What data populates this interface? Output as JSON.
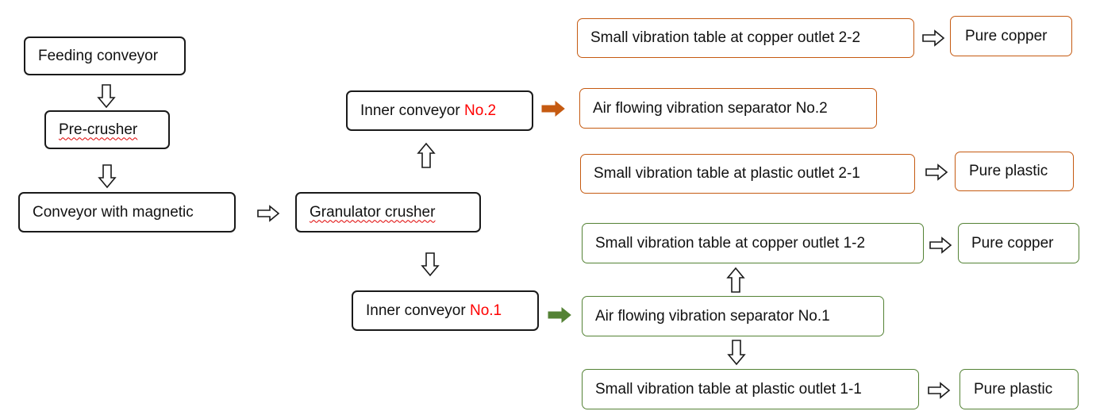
{
  "boxes": {
    "feeding_conveyor": "Feeding conveyor",
    "pre_crusher": "Pre-crusher",
    "conveyor_magnetic": "Conveyor with magnetic",
    "granulator_crusher": "Granulator crusher",
    "inner_conveyor_2": {
      "label": "Inner conveyor ",
      "number": "No.2"
    },
    "inner_conveyor_1": {
      "label": "Inner conveyor ",
      "number": "No.1"
    },
    "copper_outlet_2_2": "Small vibration table at copper outlet 2-2",
    "pure_copper_2": "Pure copper",
    "separator_2": "Air flowing vibration separator No.2",
    "plastic_outlet_2_1": "Small vibration table at plastic outlet 2-1",
    "pure_plastic_2": "Pure plastic",
    "copper_outlet_1_2": "Small vibration table at copper outlet 1-2",
    "pure_copper_1": "Pure copper",
    "separator_1": "Air flowing vibration separator No.1",
    "plastic_outlet_1_1": "Small vibration table at plastic outlet 1-1",
    "pure_plastic_1": "Pure plastic"
  },
  "colors": {
    "line2": "#c55a11",
    "line1": "#548235",
    "highlight": "#ff0000",
    "black": "#1a1a1a"
  }
}
